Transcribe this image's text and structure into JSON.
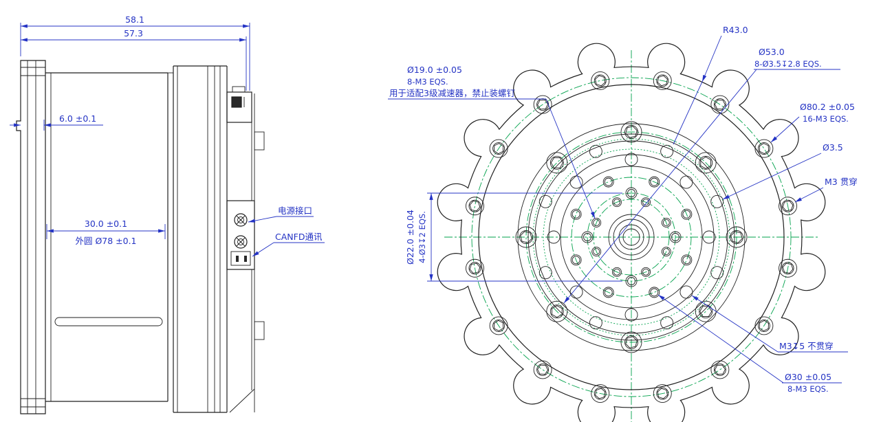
{
  "side": {
    "dim_58": "58.1",
    "dim_57": "57.3",
    "dim_6": "6.0 ±0.1",
    "dim_30": "30.0 ±0.1",
    "dim_78": "外圆 Ø78 ±0.1",
    "label_power": "电源接口",
    "label_canfd": "CANFD通讯"
  },
  "front": {
    "r43": "R43.0",
    "d53": "Ø53.0",
    "d53_sub": "8-Ø3.5↧2.8 EQS.",
    "d19": "Ø19.0 ±0.05",
    "d19_sub": "8-M3 EQS.",
    "d19_note": "用于适配3级减速器，禁止装螺钉",
    "d80": "Ø80.2 ±0.05",
    "d80_sub": "16-M3 EQS.",
    "d35": "Ø3.5",
    "m3_through": "M3 贯穿",
    "d22": "Ø22.0 ±0.04",
    "d22_sub": "4-Ø3↧2 EQS.",
    "m3_blind": "M3↧5 不贯穿",
    "d30": "Ø30 ±0.05",
    "d30_sub": "8-M3 EQS."
  },
  "colors": {
    "line": "#1f1f1f",
    "dim": "#2433c4",
    "center": "#00a14b"
  }
}
